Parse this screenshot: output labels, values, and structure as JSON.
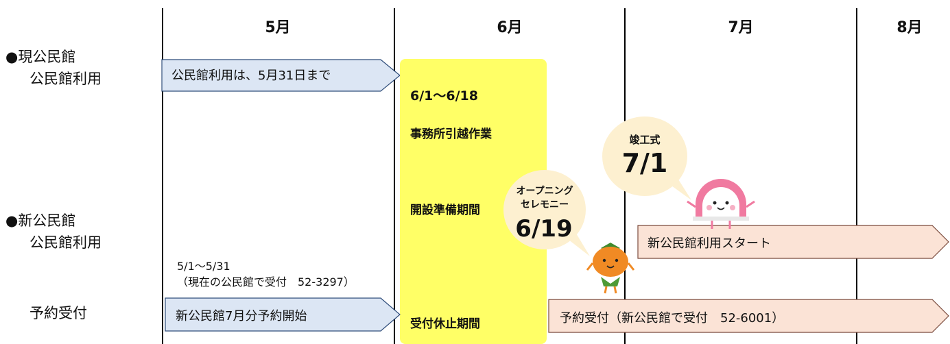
{
  "months": [
    "5月",
    "6月",
    "7月",
    "8月"
  ],
  "rows": {
    "current": {
      "bullet": "●",
      "title": "現公民館",
      "sub": "公民館利用"
    },
    "new": {
      "bullet": "●",
      "title": "新公民館",
      "sub": "公民館利用"
    },
    "reservation": "予約受付"
  },
  "arrows": {
    "current_use": "公民館利用は、5月31日まで",
    "new_reservation": "新公民館7月分予約開始",
    "new_start": "新公民館利用スタート",
    "reservation_new": "予約受付（新公民館で受付　52-6001）"
  },
  "notes": {
    "may_period": "5/1～5/31",
    "may_contact": "（現在の公民館で受付　52-3297）"
  },
  "june_block": {
    "period": "6/1～6/18",
    "moving": "事務所引越作業",
    "prep": "開設準備期間",
    "suspended": "受付休止期間"
  },
  "bubbles": {
    "opening": {
      "label": "オープニングセレモニー",
      "line1": "オープニング",
      "line2": "セレモニー",
      "date": "6/19"
    },
    "completion": {
      "label": "竣工式",
      "date": "7/1"
    }
  },
  "colors": {
    "yellow": "#ffff66",
    "blue_fill": "#dce6f4",
    "pink_fill": "#fbe3d6",
    "bubble": "#fdf0d0"
  }
}
